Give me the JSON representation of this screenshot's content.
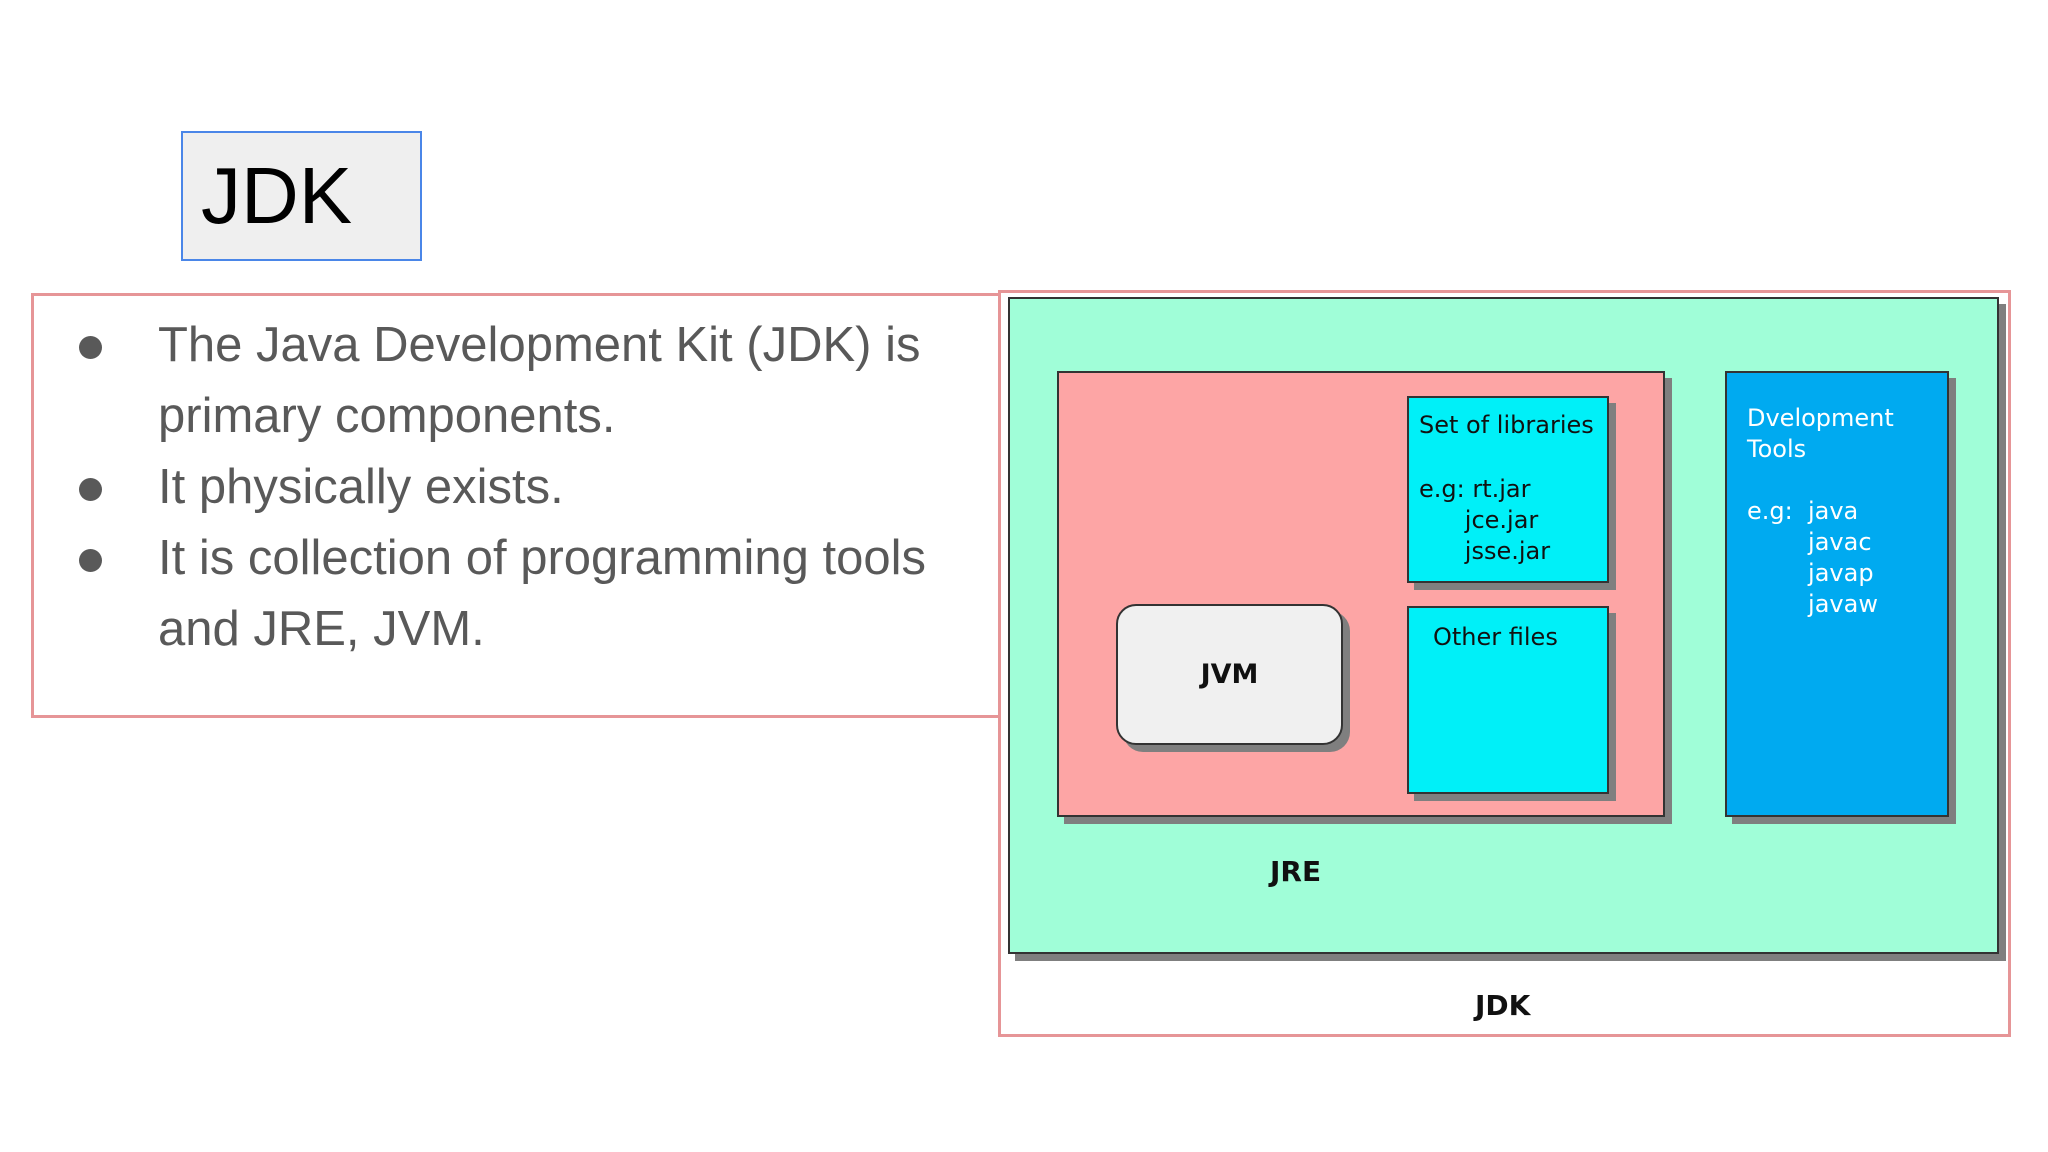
{
  "slide": {
    "title": "JDK",
    "bullets": [
      {
        "lines": [
          "The Java Development Kit (JDK) is",
          "primary components."
        ]
      },
      {
        "lines": [
          "It physically exists."
        ]
      },
      {
        "lines": [
          "It is collection of programming tools",
          "and JRE, JVM."
        ]
      }
    ]
  },
  "diagram": {
    "outer_label": "JDK",
    "jre_label": "JRE",
    "jvm_label": "JVM",
    "libraries": {
      "title": "Set of libraries",
      "lines": [
        "e.g: rt.jar",
        "      jce.jar",
        "      jsse.jar"
      ]
    },
    "other_files": "Other files",
    "dev_tools": {
      "title_lines": [
        "Dvelopment",
        "Tools"
      ],
      "lines": [
        "e.g:  java",
        "        javac",
        "        javap",
        "        javaw"
      ]
    },
    "colors": {
      "jdk_fill": "#a0fed8",
      "jre_fill": "#fda5a5",
      "libraries_fill": "#00f0f8",
      "dev_tools_fill": "#00aaf0",
      "jvm_fill": "#f0f0f0",
      "frame_border": "#e69597",
      "title_border": "#4a86e8"
    }
  }
}
